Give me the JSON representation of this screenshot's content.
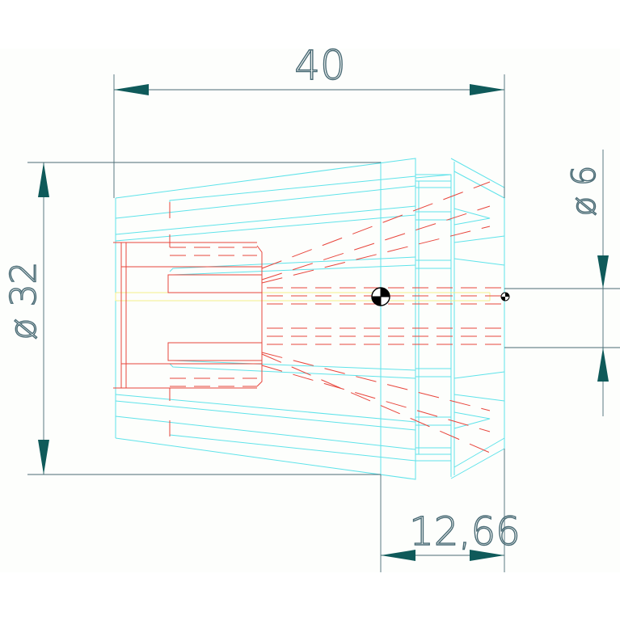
{
  "drawing": {
    "dimensions": {
      "length": "40",
      "outer_diameter": "ø 32",
      "bore_diameter": "ø 6",
      "nose_length": "12,66"
    },
    "colors": {
      "background": "#fdfefc",
      "outline": "#5fe3ea",
      "hidden": "#e8453c",
      "dimension": "#4a6b75",
      "arrow": "#0f5a5a",
      "axis": "#f2f08a"
    }
  }
}
